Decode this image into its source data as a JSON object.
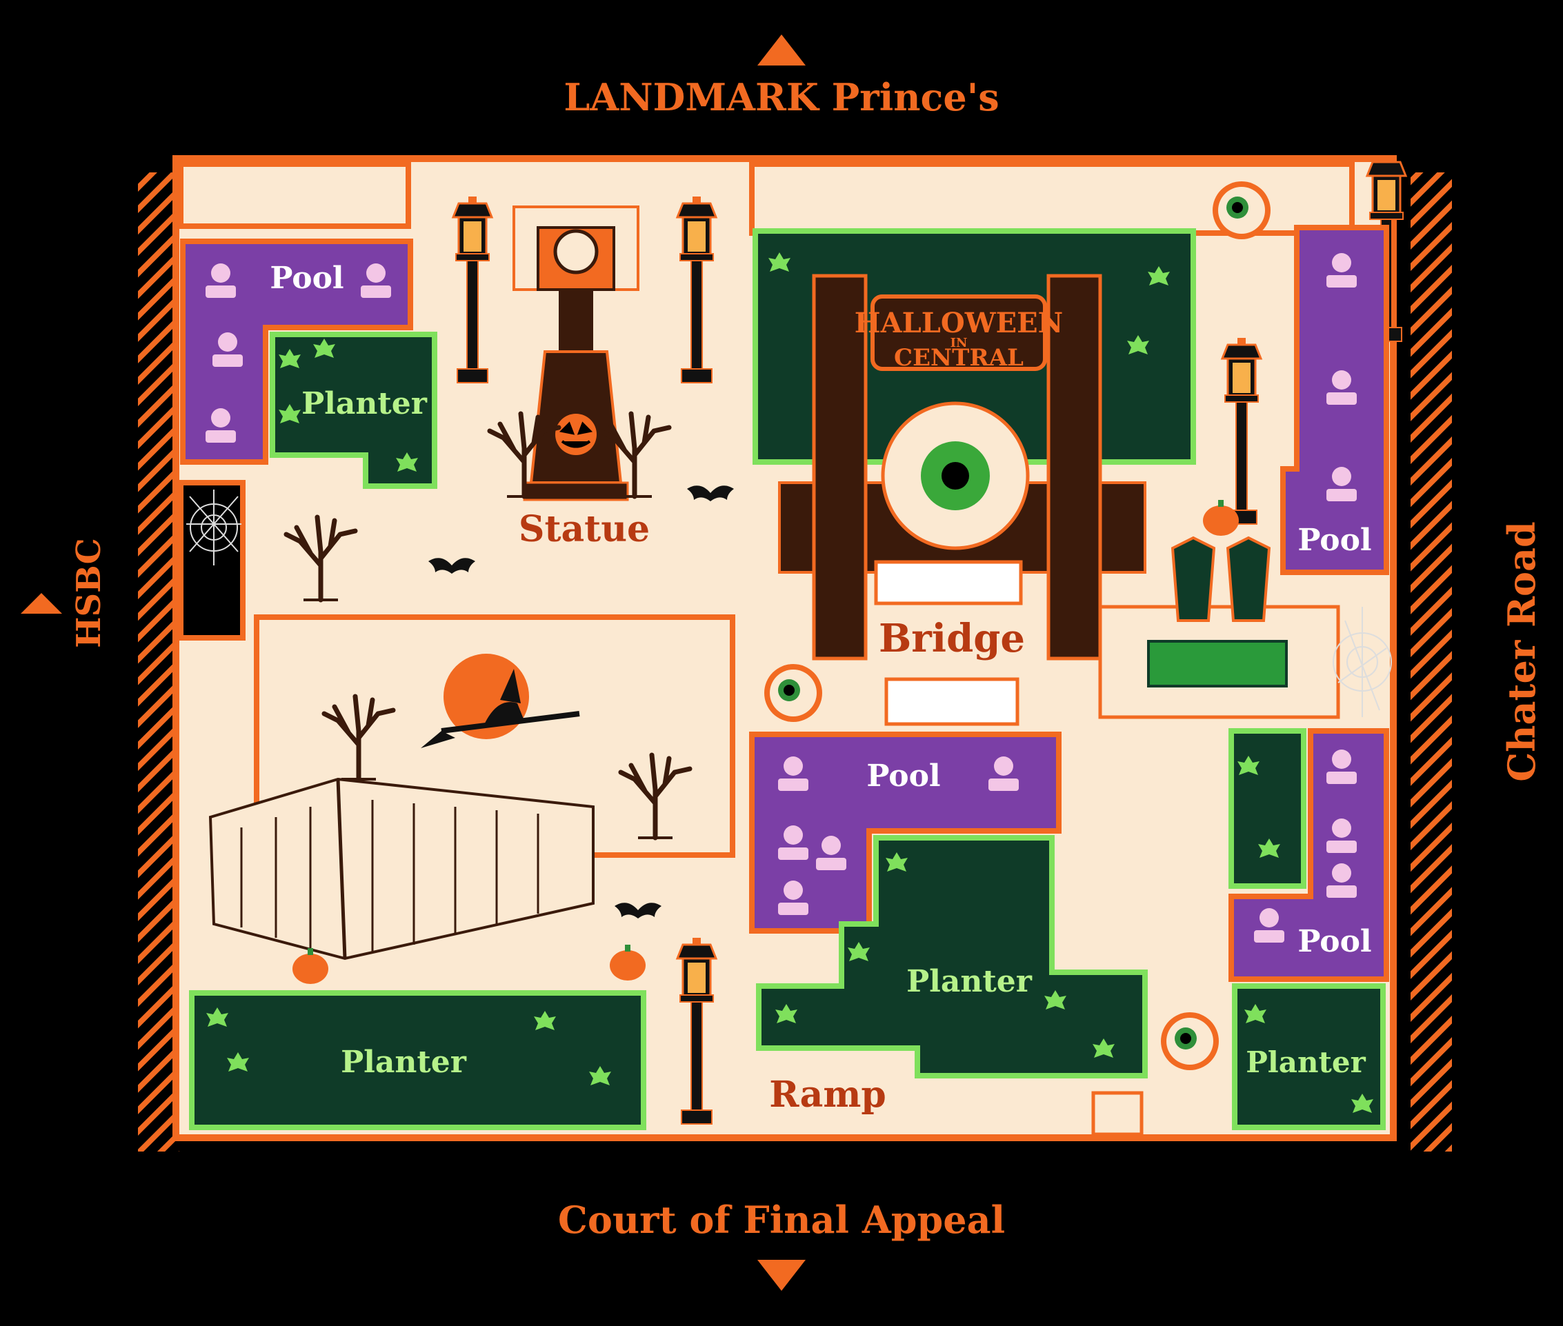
{
  "directions": {
    "north": "LANDMARK Prince's",
    "south": "Court of Final Appeal",
    "west": "HSBC",
    "east": "Chater Road"
  },
  "sign": {
    "line1": "HALLOWEEN",
    "line2": "IN",
    "line3": "CENTRAL"
  },
  "labels": {
    "pool_nw": "Pool",
    "pool_e": "Pool",
    "pool_center": "Pool",
    "pool_se": "Pool",
    "planter_nw": "Planter",
    "planter_sw": "Planter",
    "planter_center": "Planter",
    "planter_se": "Planter",
    "statue": "Statue",
    "bridge": "Bridge",
    "ramp": "Ramp"
  },
  "colors": {
    "background": "#000000",
    "orange": "#f26a21",
    "cream": "#fbe9d2",
    "pool": "#7b3fa6",
    "planter": "#0f3b28",
    "planter_border": "#7fe05c",
    "label_red": "#b73a12"
  },
  "icons": [
    "north-arrow-icon",
    "south-arrow-icon",
    "west-arrow-icon",
    "lamp-post-icon",
    "eyeball-icon",
    "bat-icon",
    "tree-icon",
    "pumpkin-icon",
    "witch-icon",
    "moon-icon",
    "spiderweb-icon",
    "cage-icon",
    "clock-tower-icon",
    "coffin-stage-icon",
    "ivy-icon"
  ]
}
